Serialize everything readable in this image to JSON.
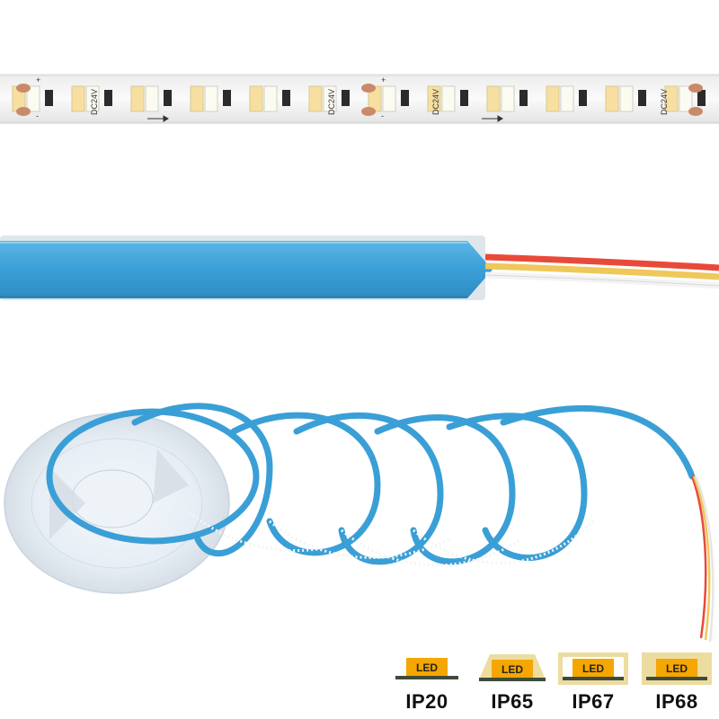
{
  "strip": {
    "voltage_mark": "DC24V",
    "plus_mark": "+",
    "minus_mark": "-"
  },
  "ip_ratings": [
    {
      "name": "IP20",
      "chip_label": "LED",
      "coat": "none"
    },
    {
      "name": "IP65",
      "chip_label": "LED",
      "coat": "dome"
    },
    {
      "name": "IP67",
      "chip_label": "LED",
      "coat": "sleeve"
    },
    {
      "name": "IP68",
      "chip_label": "LED",
      "coat": "filled"
    }
  ],
  "colors": {
    "silicone_blue": "#3a9fd6",
    "wire_red": "#e84a3a",
    "wire_yellow": "#f0c75a",
    "wire_white": "#f3f3f3",
    "led_warm": "#f6dfa0",
    "led_cool": "#fbfbf2",
    "chip_orange": "#f5a600",
    "coat_tan": "#eddc9f"
  }
}
